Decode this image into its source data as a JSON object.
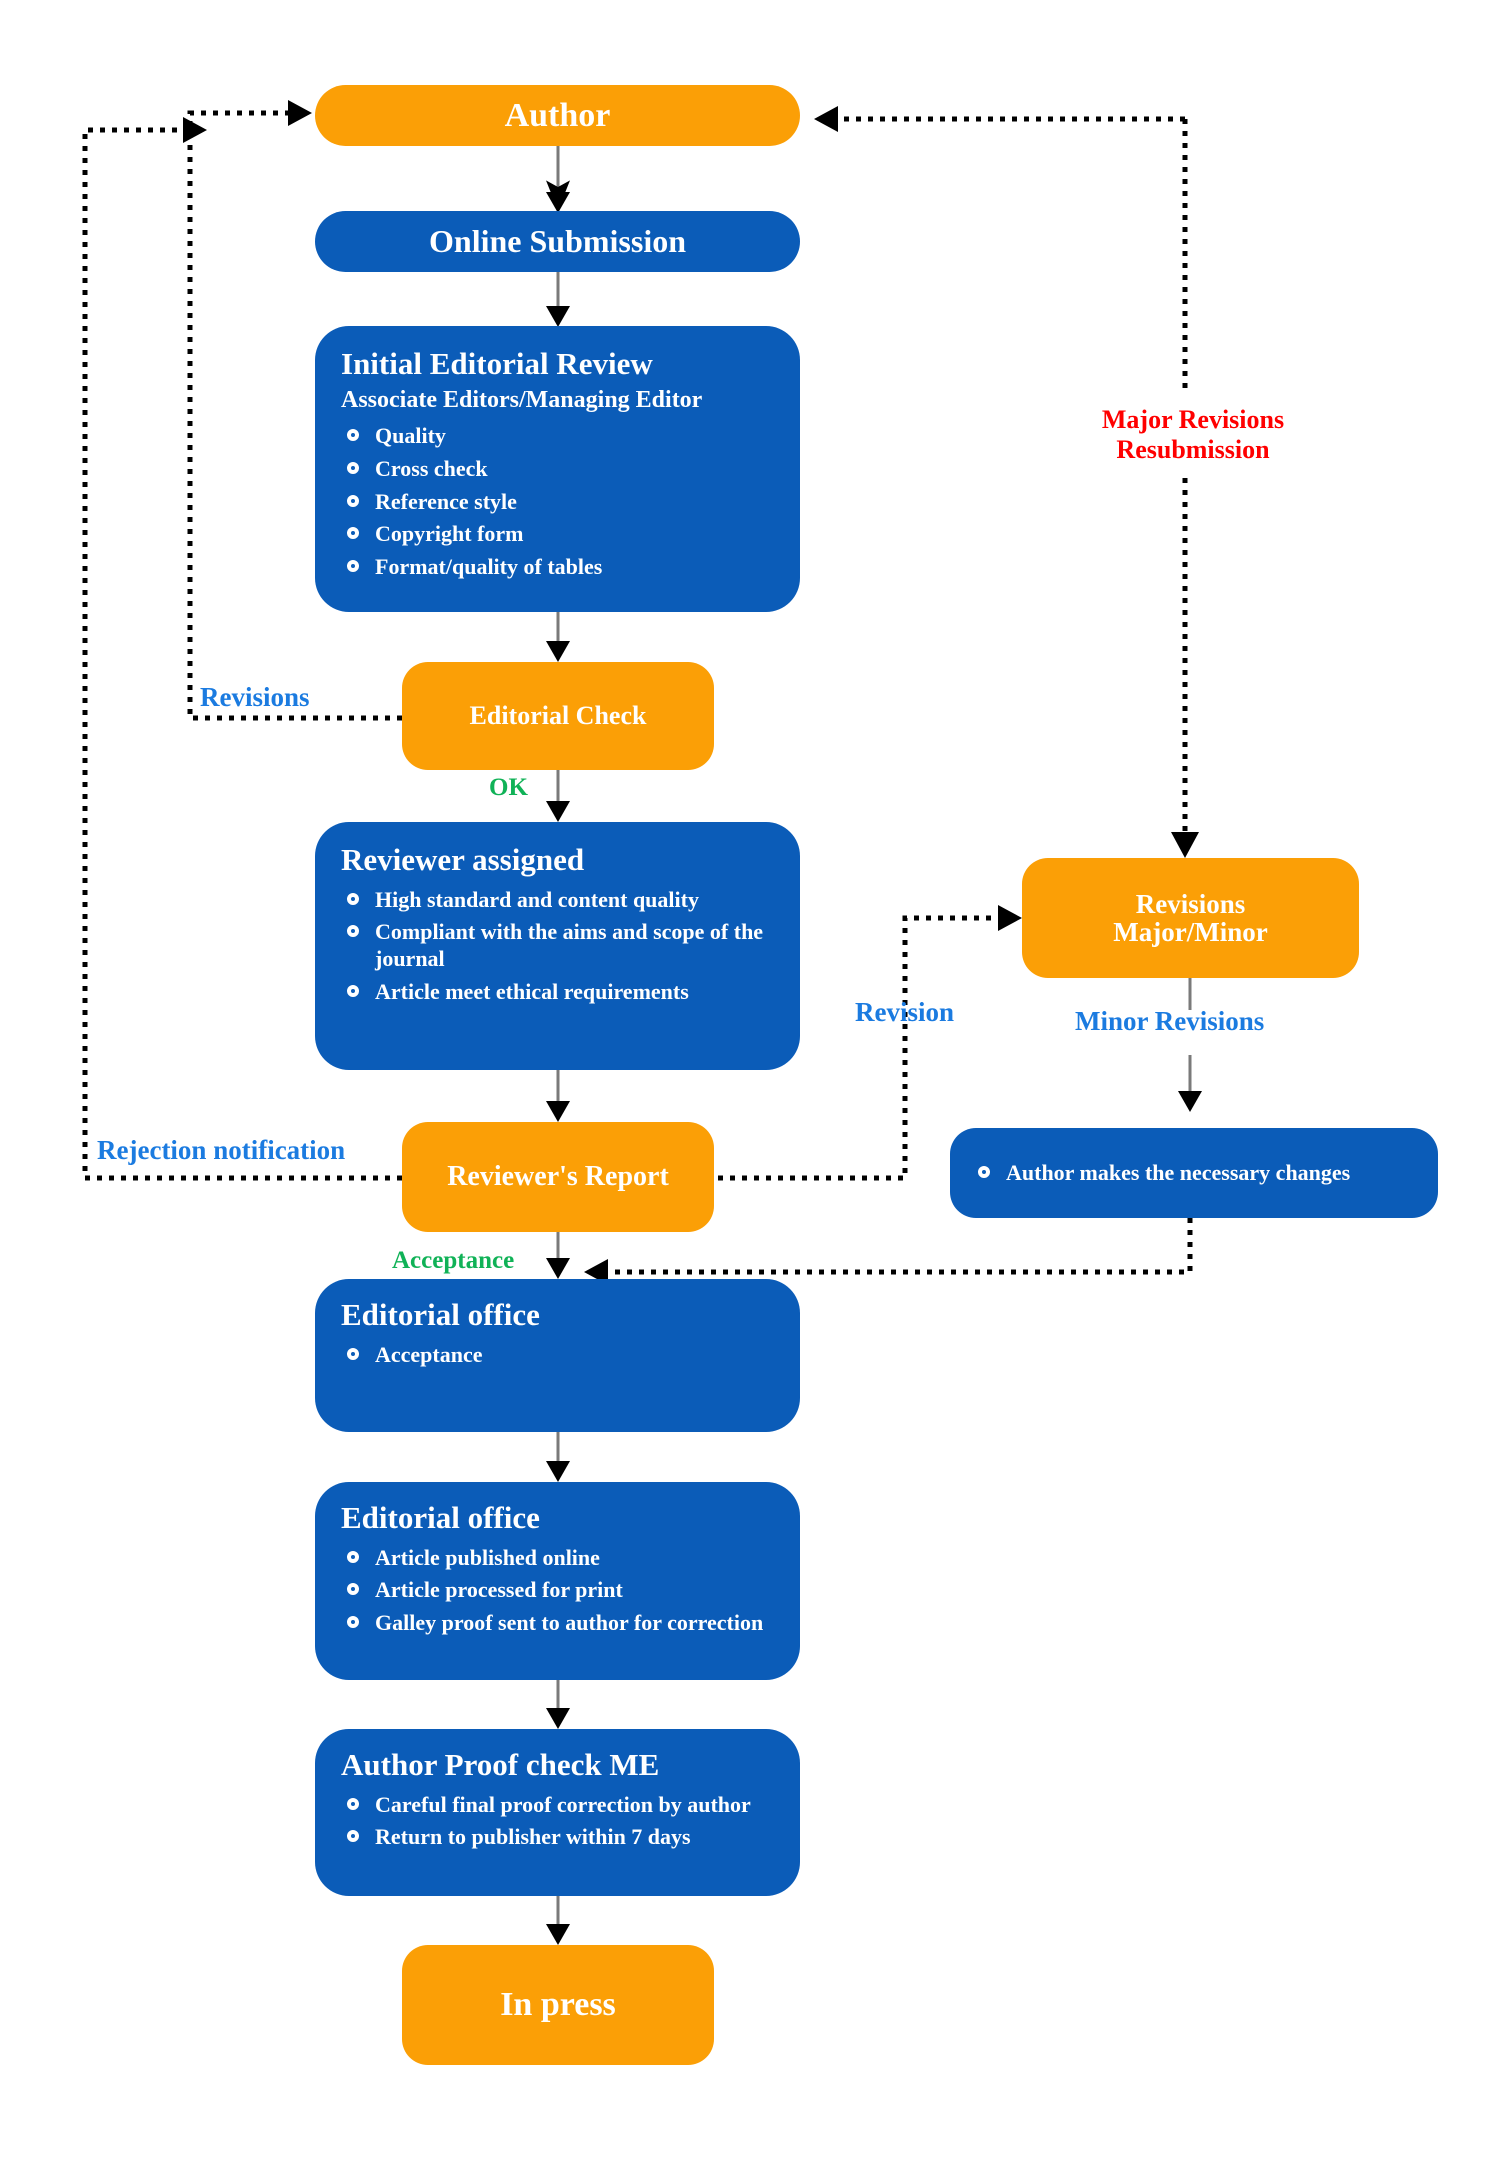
{
  "diagram": {
    "title": "Editorial / Peer-review workflow",
    "colors": {
      "orange": "#FB9F06",
      "blue": "#0B5CB8",
      "label_blue": "#1B7BE0",
      "label_green": "#10B257",
      "label_red": "#FF0000",
      "text": "#FFFFFF",
      "connector": "#000000",
      "background": "#FFFFFF"
    }
  },
  "nodes": {
    "author": {
      "title": "Author",
      "shape": "pill",
      "fill": "orange"
    },
    "online_submission": {
      "title": "Online Submission",
      "shape": "pill",
      "fill": "blue"
    },
    "initial_editorial_review": {
      "title": "Initial Editorial Review",
      "subtitle": "Associate Editors/Managing Editor",
      "fill": "blue",
      "bullets": [
        "Quality",
        "Cross check",
        "Reference style",
        "Copyright form",
        "Format/quality of tables"
      ]
    },
    "editorial_check": {
      "title": "Editorial Check",
      "fill": "orange"
    },
    "reviewer_assigned": {
      "title": "Reviewer assigned",
      "fill": "blue",
      "bullets": [
        "High standard and content quality",
        "Compliant with the aims and scope of the journal",
        "Article meet ethical requirements"
      ]
    },
    "revisions_major_minor": {
      "title": "Revisions\nMajor/Minor",
      "fill": "orange"
    },
    "reviewers_report": {
      "title": "Reviewer's Report",
      "fill": "orange"
    },
    "author_changes": {
      "fill": "blue",
      "bullets": [
        "Author makes the necessary changes"
      ]
    },
    "editorial_office_acceptance": {
      "title": "Editorial office",
      "fill": "blue",
      "bullets": [
        "Acceptance"
      ]
    },
    "editorial_office_production": {
      "title": "Editorial office",
      "fill": "blue",
      "bullets": [
        "Article published online",
        "Article processed for print",
        "Galley proof sent to author for correction"
      ]
    },
    "author_proof_check": {
      "title": "Author Proof check ME",
      "fill": "blue",
      "bullets": [
        "Careful final proof correction by author",
        "Return to publisher within 7 days"
      ]
    },
    "in_press": {
      "title": "In press",
      "fill": "orange"
    }
  },
  "edge_labels": {
    "major_revisions": "Major Revisions\nResubmission",
    "revisions": "Revisions",
    "ok": "OK",
    "revision": "Revision",
    "minor_revisions": "Minor Revisions",
    "rejection_notification": "Rejection notification",
    "acceptance": "Acceptance"
  },
  "flow": {
    "type": "flowchart",
    "edges": [
      {
        "from": "author",
        "to": "online_submission",
        "label": "",
        "style": "solid"
      },
      {
        "from": "online_submission",
        "to": "initial_editorial_review",
        "label": "",
        "style": "solid"
      },
      {
        "from": "initial_editorial_review",
        "to": "editorial_check",
        "label": "",
        "style": "solid"
      },
      {
        "from": "editorial_check",
        "to": "author",
        "label": "Revisions",
        "style": "dotted"
      },
      {
        "from": "editorial_check",
        "to": "reviewer_assigned",
        "label": "OK",
        "style": "solid"
      },
      {
        "from": "reviewer_assigned",
        "to": "reviewers_report",
        "label": "",
        "style": "solid"
      },
      {
        "from": "reviewers_report",
        "to": "revisions_major_minor",
        "label": "Revision",
        "style": "dotted"
      },
      {
        "from": "reviewers_report",
        "to": "author",
        "label": "Rejection notification",
        "style": "dotted"
      },
      {
        "from": "revisions_major_minor",
        "to": "author",
        "label": "Major Revisions Resubmission",
        "style": "dotted"
      },
      {
        "from": "revisions_major_minor",
        "to": "author_changes",
        "label": "Minor Revisions",
        "style": "solid"
      },
      {
        "from": "author_changes",
        "to": "editorial_office_acceptance",
        "label": "Acceptance",
        "style": "dotted"
      },
      {
        "from": "reviewers_report",
        "to": "editorial_office_acceptance",
        "label": "Acceptance",
        "style": "solid"
      },
      {
        "from": "editorial_office_acceptance",
        "to": "editorial_office_production",
        "label": "",
        "style": "solid"
      },
      {
        "from": "editorial_office_production",
        "to": "author_proof_check",
        "label": "",
        "style": "solid"
      },
      {
        "from": "author_proof_check",
        "to": "in_press",
        "label": "",
        "style": "solid"
      }
    ]
  }
}
